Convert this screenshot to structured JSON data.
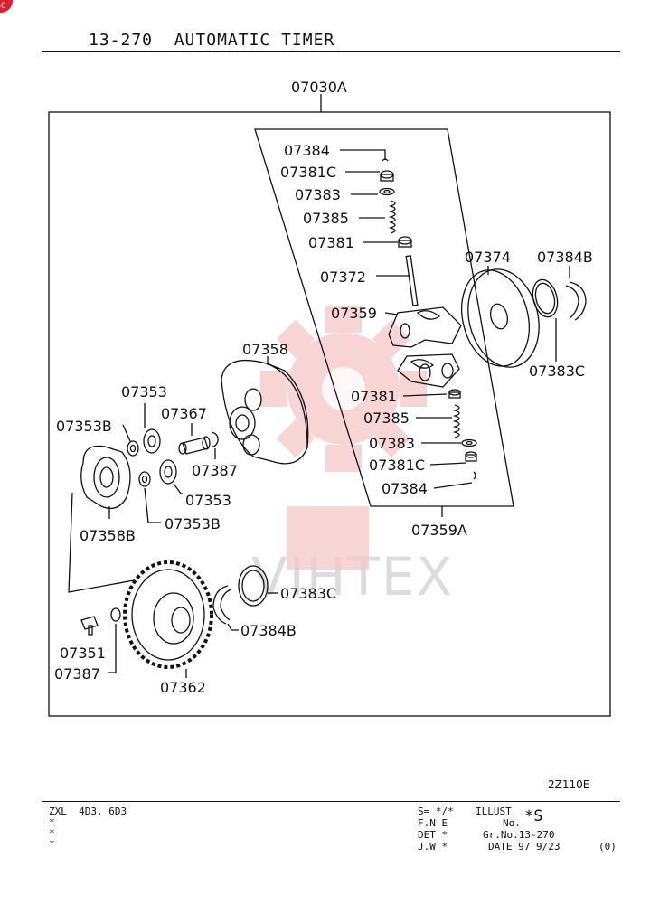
{
  "corner_badge": "SC",
  "header": {
    "code": "13-270",
    "title": "AUTOMATIC TIMER"
  },
  "watermark": "VIHTEX",
  "assembly_label": "07030A",
  "subassembly_label": "07359A",
  "labels": {
    "p07384_top": "07384",
    "p07381C_top": "07381C",
    "p07383_top": "07383",
    "p07385_top": "07385",
    "p07381_top": "07381",
    "p07372": "07372",
    "p07359": "07359",
    "p07381_bot": "07381",
    "p07385_bot": "07385",
    "p07383_bot": "07383",
    "p07381C_bot": "07381C",
    "p07384_bot": "07384",
    "p07374": "07374",
    "p07384B_top": "07384B",
    "p07383C_right": "07383C",
    "p07358": "07358",
    "p07353_top": "07353",
    "p07367": "07367",
    "p07353B_top": "07353B",
    "p07387_mid": "07387",
    "p07353_bot": "07353",
    "p07353B_bot": "07353B",
    "p07358B": "07358B",
    "p07383C_bot": "07383C",
    "p07384B_bot": "07384B",
    "p07351": "07351",
    "p07387_bot": "07387",
    "p07362": "07362"
  },
  "diagram_code": "2Z110E",
  "footer": {
    "model": "ZXL  4D3, 6D3",
    "stars": [
      "*",
      "*",
      "*"
    ],
    "s_line": "S= */*",
    "fne_line": "F.N E",
    "det_line": "DET *",
    "jw_line": "J.W *",
    "illust_label": "ILLUST",
    "no_label": "No.",
    "illust_no": "*S",
    "grno": "Gr.No.13-270",
    "date": "DATE 97 9/23",
    "rev": "(0)"
  }
}
